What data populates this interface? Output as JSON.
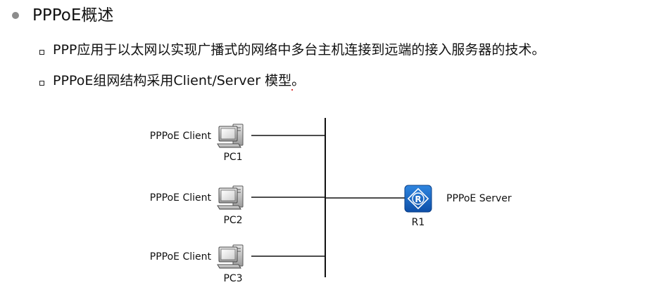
{
  "heading": "PPPoE概述",
  "bullets": [
    "PPP应用于以太网以实现广播式的网络中多台主机连接到远端的接入服务器的技术。",
    "PPPoE组网结构采用Client/Server 模型。"
  ],
  "diagram": {
    "clients": [
      {
        "role": "PPPoE Client",
        "name": "PC1"
      },
      {
        "role": "PPPoE Client",
        "name": "PC2"
      },
      {
        "role": "PPPoE Client",
        "name": "PC3"
      }
    ],
    "server": {
      "role": "PPPoE Server",
      "name": "R1",
      "glyph": "R"
    },
    "colors": {
      "router_blue": "#1565c0",
      "pc_gray": "#9e9e9e",
      "line": "#111111"
    }
  }
}
